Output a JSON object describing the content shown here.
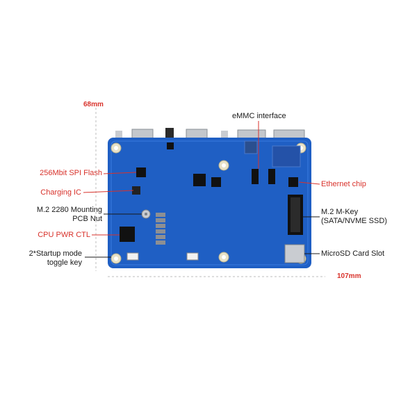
{
  "dimensions": {
    "height": "68mm",
    "width": "107mm"
  },
  "labels": {
    "emmc": "eMMC interface",
    "spi_flash": "256Mbit SPI Flash",
    "charging_ic": "Charging IC",
    "m2_nut_line1": "M.2 2280 Mounting",
    "m2_nut_line2": "PCB Nut",
    "cpu_pwr": "CPU PWR CTL",
    "startup_line1": "2*Startup mode",
    "startup_line2": "toggle key",
    "ethernet": "Ethernet chip",
    "m2_key_line1": "M.2 M-Key",
    "m2_key_line2": "(SATA/NVME SSD)",
    "microsd": "MicroSD Card Slot"
  },
  "colors": {
    "board": "#1f5fc4",
    "accent": "#d8322b",
    "text": "#1a1a1a"
  }
}
